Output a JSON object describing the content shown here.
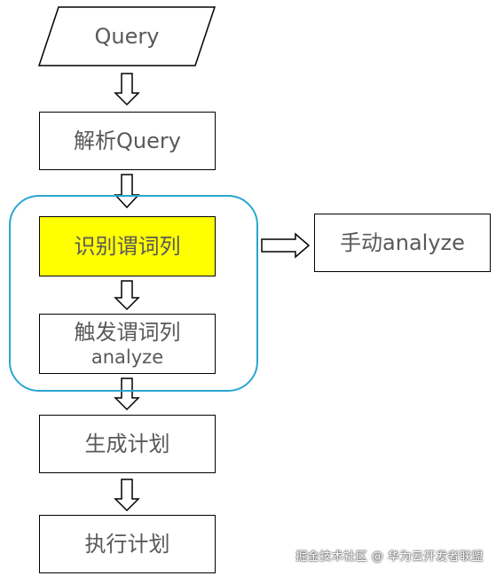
{
  "nodes": {
    "query": "Query",
    "parse_query": "解析Query",
    "identify_columns": "识别谓词列",
    "trigger_line1": "触发谓词列",
    "trigger_line2": "analyze",
    "generate_plan": "生成计划",
    "execute_plan": "执行计划",
    "manual_analyze": "手动analyze"
  },
  "colors": {
    "highlight_fill": "#ffff00",
    "group_border": "#2aa6d0",
    "text": "#595959"
  },
  "watermark": "掘金技术社区 @ 华为云开发者联盟"
}
